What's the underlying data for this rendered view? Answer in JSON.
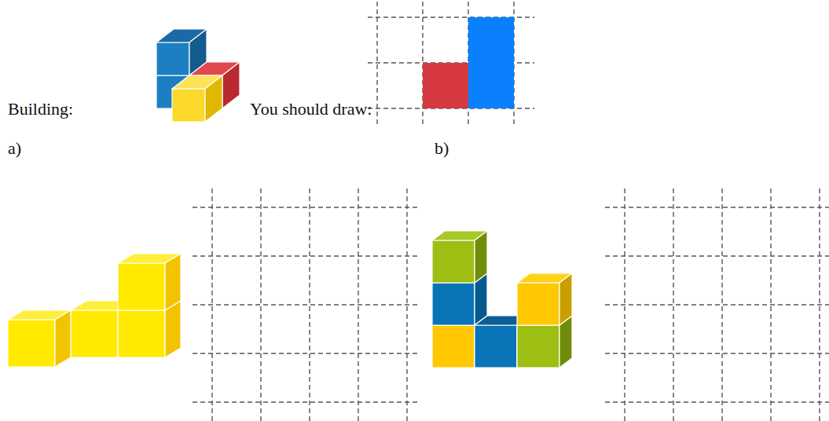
{
  "diagram": {
    "labels": [
      "Building:",
      "You should draw:",
      "a)",
      "b)"
    ]
  }
}
